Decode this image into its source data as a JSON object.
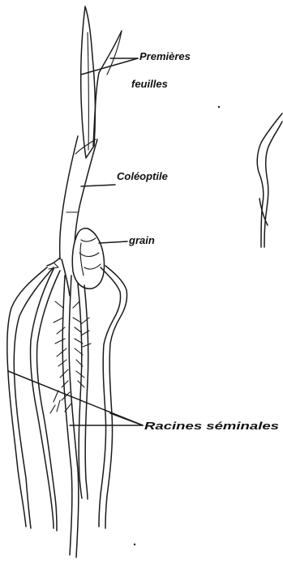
{
  "labels": {
    "premieres": "Premières",
    "feuilles": "feuilles",
    "coleoptile": "Coléoptile",
    "grain": "grain",
    "racines": "Racines séminales"
  },
  "colors": {
    "ink": "#1a1a1a",
    "background": "#ffffff"
  }
}
